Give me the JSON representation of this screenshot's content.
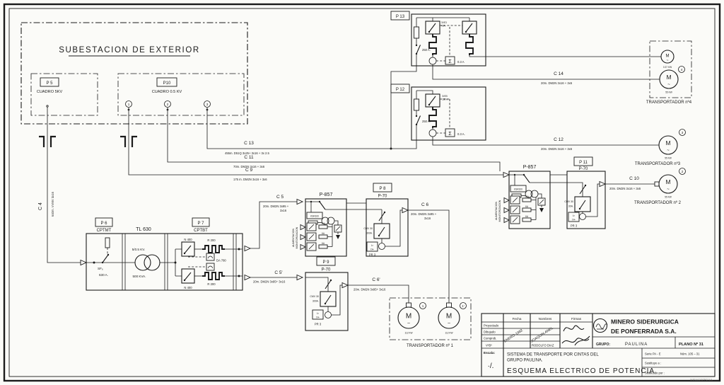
{
  "substation": {
    "title": "SUBESTACION  DE  EXTERIOR",
    "p5_tag": "P 5",
    "p5_name": "CUADRO  5KV",
    "p10_tag": "P10",
    "p10_name": "CUADRO  0.5 KV",
    "t1": "1",
    "t2": "2",
    "t3": "3"
  },
  "cables": {
    "c4_id": "C 4",
    "c4_spec": "640m.  VVMV  3x16",
    "c13_id": "C 13",
    "c13_spec": "455m.    D51Q    3x25+ 3x16 + 3x 2.5",
    "c11_id": "C 11",
    "c11_spec": "70m.    DM2N   3x16 + 3x6",
    "c9_id": "C 9",
    "c9_spec": "175 m.   DM2N   3x16 + 3x6",
    "c5_id": "C 5",
    "c5_spec1": "20m.   DM2N  3x95 +",
    "c5_spec2": "3x16",
    "c5p_id": "C 5'",
    "c5p_spec": "20m.  DM2N  3x95+ 3x16",
    "c6_id": "C 6",
    "c6_spec1": "20m. DM2N  3x95 +",
    "c6_spec2": "3x16",
    "c6p_id": "C 6'",
    "c6p_spec": "20m.  DM2N  3x95+ 3x16",
    "c14_id": "C 14",
    "c14_spec": "20m.   DM2N   3x16 + 3x6",
    "c12_id": "C 12",
    "c12_spec": "20m.   DM2N   3x16 + 3x6",
    "c10_id": "C 10",
    "c10_spec": "20m.  DM2N  3x16 + 3x6"
  },
  "p13": {
    "tag": "P 13",
    "breaker": "250 A.",
    "cont_model": "3VE3",
    "cont_rating": "40A.",
    "sigma": "Σ",
    "relay": "0.3 A"
  },
  "p12": {
    "tag": "P 12",
    "breaker": "250 A.",
    "cont_model": "3VE5",
    "cont_rating": "180 A.",
    "sigma": "Σ",
    "relay": "0.3 A."
  },
  "p6": {
    "tag": "P 6",
    "name": "CPTMT",
    "sw": "SF₆",
    "rating": "630 A."
  },
  "tl": {
    "name": "TL  630",
    "ratio": "5/0.5 KV.",
    "power": "500 KVA."
  },
  "p7": {
    "tag": "P 7",
    "name": "CPTBT",
    "n400_top": "N 400",
    "n400_bot": "N 400",
    "r200_top": "R  200",
    "r200_bot": "R  200",
    "da": "DA 780"
  },
  "p857c": {
    "name": "P-857",
    "ksr": "KSR100",
    "fuses": [
      "16A",
      "6A",
      "6A"
    ],
    "mon1": "ALIMENTACION",
    "mon2": "MONITORIZACION"
  },
  "p857r": {
    "name": "P-857",
    "ksr": "KSR100",
    "fuses": [
      "16A",
      "6A",
      "6A"
    ],
    "mon1": "ALIMENTACION",
    "mon2": "MONITORIZACION"
  },
  "p8": {
    "tag": "P 8",
    "type": "P-70",
    "cmv_model": "CMV 30",
    "cmv_rating": "300A.",
    "pr": "PR 3",
    "i1": "I>",
    "i2": "I≫"
  },
  "p9": {
    "tag": "P 9",
    "type": "P-70",
    "cmv_model": "CMV 30",
    "cmv_rating": "300A.",
    "pr": "PR 3",
    "i1": "I>",
    "i2": "I≫"
  },
  "p11": {
    "tag": "P 11",
    "type": "P-70",
    "cmv_model": "CMV 30",
    "cmv_rating": "30A.",
    "pr": "PR 3",
    "i1": "I>",
    "i2": "I≫"
  },
  "motors": {
    "m": "M",
    "tilde": "~",
    "t4_small_kw": "0.37 KW",
    "t4_big_kw": "55 KW",
    "t4_num": "4",
    "t4_label": "TRANSPORTADOR  nº4",
    "t3_kw": "55 KW",
    "t3_num": "3",
    "t3_label": "TRANSPORTADOR  nº3",
    "t2_kw": "55 KW",
    "t2_num": "2",
    "t2_label": "TRANSPORTADOR  nº 2",
    "t1_kw_a": "112 KW",
    "t1_kw_b": "112 KW",
    "t1_num_a": "1",
    "t1_num_b": "1'",
    "t1_label": "TRANSPORTADOR   nº 1"
  },
  "title_block": {
    "col_fecha": "Fecha",
    "col_nombres": "Nombres",
    "col_firmas": "Firmas",
    "row_proyectado": "Proyectado",
    "row_dibujado": "Dibujado",
    "row_comprob": "Comprob.",
    "row_vb": "VºBº",
    "fecha_value": "ENERO-1982",
    "nombres_value1": "JOAQUIN ANEL",
    "nombres_value2": "RODOLFO DIAZ",
    "company_line1": "MINERO SIDERURGICA",
    "company_line2": "DE PONFERRADA S.A.",
    "grupo_label": "GRUPO:",
    "grupo_value": "PAULINA",
    "plano": "PLANO Nº 31",
    "escala_label": "Escala:",
    "escala_value": "·/.",
    "project_title_line1": "SISTEMA DE TRANSPORTE POR CINTAS DEL",
    "project_title_line2": "GRUPO  PAULINA.",
    "drawing_title": "ESQUEMA  ELECTRICO  DE  POTENCIA",
    "serie": "Serie   PA - E",
    "num": "Núm. 105 – 31",
    "sustituye": "Sustituye  a :",
    "sustituido": "Sustituido  por :",
    "credit": "GráficasCASTRO S.A."
  }
}
